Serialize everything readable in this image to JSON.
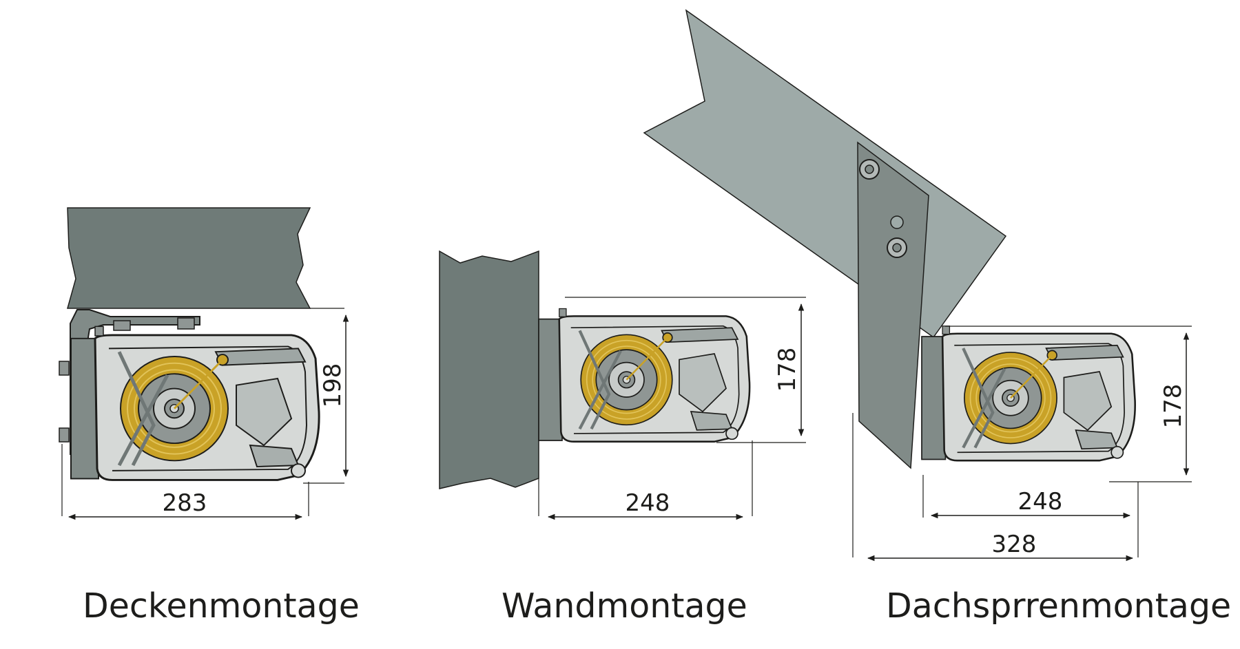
{
  "panels": [
    {
      "caption": "Deckenmontage",
      "dims": {
        "width": "283",
        "height": "198"
      }
    },
    {
      "caption": "Wandmontage",
      "dims": {
        "width": "248",
        "height": "178"
      }
    },
    {
      "caption": "Dachsprrenmontage",
      "dims": {
        "width_inner": "248",
        "width_outer": "328",
        "height": "178"
      }
    }
  ],
  "colors": {
    "ceiling": "#6f7b78",
    "wall": "#6f7b78",
    "rafter": "#9eaaa8",
    "bracket": "#818b88",
    "housing": "#d6d9d7",
    "coil": "#c9a227",
    "hub": "#8f9694",
    "line": "#1d1d1b"
  }
}
